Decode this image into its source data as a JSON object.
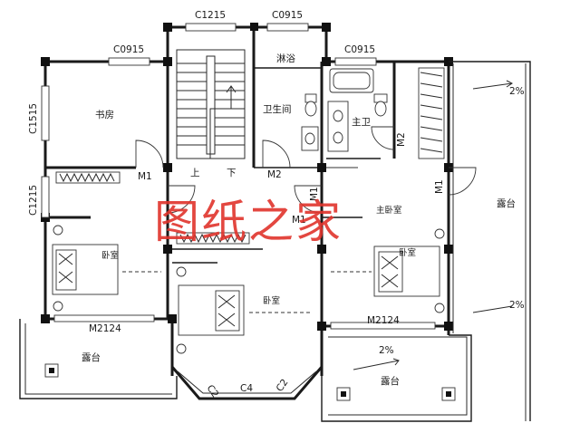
{
  "watermark": "图纸之家",
  "rooms": {
    "study": "书房",
    "shower": "淋浴",
    "bathroom": "卫生间",
    "master_bath": "主卫",
    "master_bedroom": "主卧室",
    "bedroom_left": "卧室",
    "bedroom_middle": "卧室",
    "bedroom_right": "卧室",
    "terrace_right": "露台",
    "terrace_left": "露台",
    "terrace_bottom": "露台"
  },
  "stairs": {
    "up": "上",
    "down": "下"
  },
  "windows": {
    "top_stair": "C1215",
    "top_bath": "C0915",
    "top_study": "C0915",
    "top_master_bath": "C0915",
    "side_study": "C1515",
    "side_bedroom": "C1215",
    "bay_left": "C2",
    "bay_center": "C4",
    "bay_right": "C2"
  },
  "doors": {
    "study": "M1",
    "bath": "M2",
    "bedroom_middle": "M1",
    "master_bedroom": "M1",
    "terrace": "M1",
    "master_bath": "M2",
    "balcony_left": "M2124",
    "balcony_right": "M2124"
  },
  "slopes": [
    "2%",
    "2%",
    "2%"
  ],
  "colors": {
    "watermark": "#e0342c",
    "wall": "#1a1a1a"
  }
}
